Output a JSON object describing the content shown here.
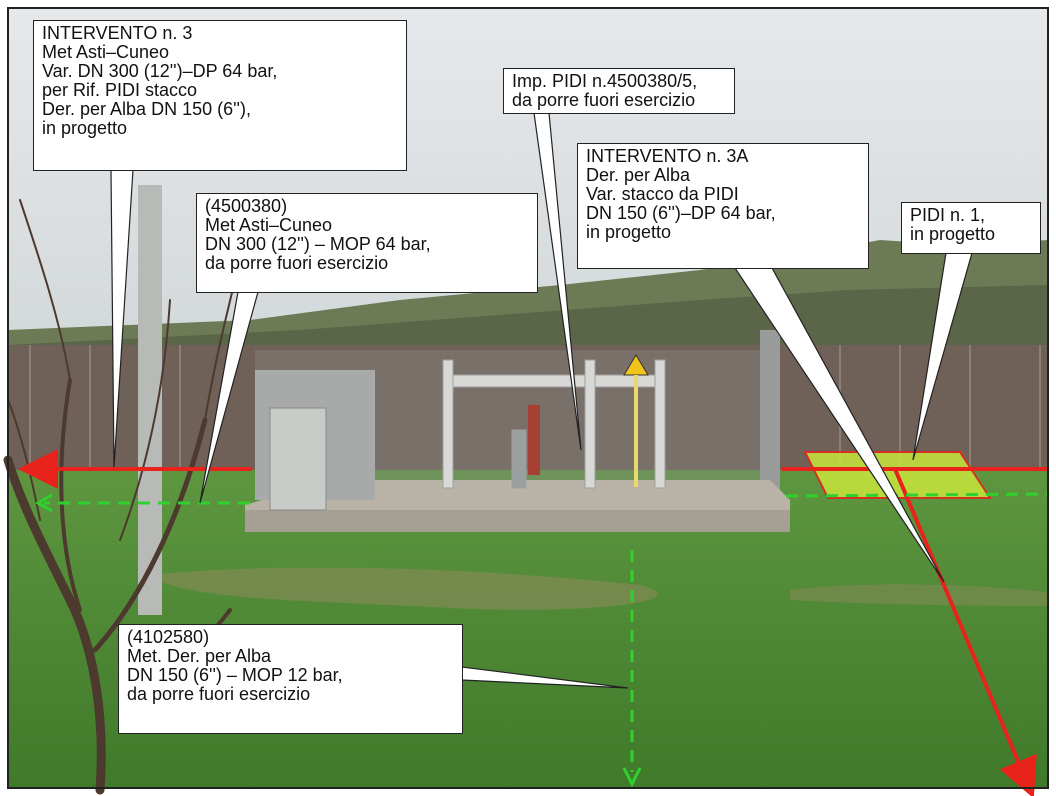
{
  "callouts": {
    "intervento3": [
      "INTERVENTO  n. 3",
      "Met Asti–Cuneo",
      "Var. DN  300  (12'')–DP  64  bar,",
      "per Rif. PIDI stacco",
      "Der. per Alba  DN  150  (6''),",
      "in  progetto"
    ],
    "met_asti_cuneo": [
      "(4500380)",
      "Met Asti–Cuneo",
      "DN  300  (12'')  –  MOP  64  bar,",
      "da  porre  fuori esercizio"
    ],
    "imp_pidi": [
      "Imp. PIDI n.4500380/5,",
      "da  porre  fuori esercizio"
    ],
    "intervento3a": [
      "INTERVENTO  n. 3A",
      "Der. per Alba",
      "Var. stacco  da  PIDI",
      "DN  150  (6'')–DP  64  bar,",
      "in  progetto"
    ],
    "pidi1": [
      "PIDI n. 1,",
      "in  progetto"
    ],
    "met_der_alba": [
      "(4102580)",
      "Met. Der. per Alba",
      "DN  150  (6'')  –  MOP  12  bar,",
      "da  porre  fuori esercizio"
    ]
  },
  "colors": {
    "in_progetto_line": "#e8231c",
    "fuori_esercizio_line": "#2fd12f",
    "pidi_area_fill": "#c8e63c",
    "sky": "#dfe3e6",
    "grass": "#4f8a35"
  }
}
